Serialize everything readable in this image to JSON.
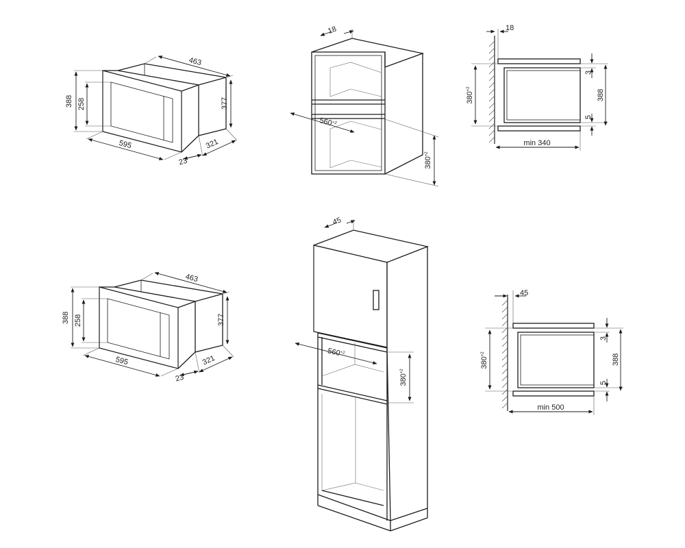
{
  "diagrams": {
    "oven_top": {
      "dims": {
        "w": "595",
        "h": "388",
        "door_h": "258",
        "top_depth": "463",
        "body_h": "377",
        "side_depth": "321",
        "flange": "23"
      }
    },
    "oven_bottom": {
      "dims": {
        "w": "595",
        "h": "388",
        "door_h": "258",
        "top_depth": "463",
        "body_h": "377",
        "side_depth": "321",
        "flange": "23"
      }
    },
    "wall_cabinet": {
      "dims": {
        "panel": "18",
        "width": "560",
        "height": "380"
      }
    },
    "tall_cabinet": {
      "dims": {
        "panel": "45",
        "width": "560",
        "height": "380"
      }
    },
    "section_top": {
      "dims": {
        "panel": "18",
        "opening": "380",
        "overall": "388",
        "gap_top": "3",
        "gap_bottom": "5",
        "depth": "min 340"
      }
    },
    "section_bottom": {
      "dims": {
        "panel": "45",
        "opening": "380",
        "overall": "388",
        "gap_top": "3",
        "gap_bottom": "5",
        "depth": "min 500"
      }
    }
  },
  "symbols": {
    "plus_minus_superscript": "+2 / 0"
  }
}
